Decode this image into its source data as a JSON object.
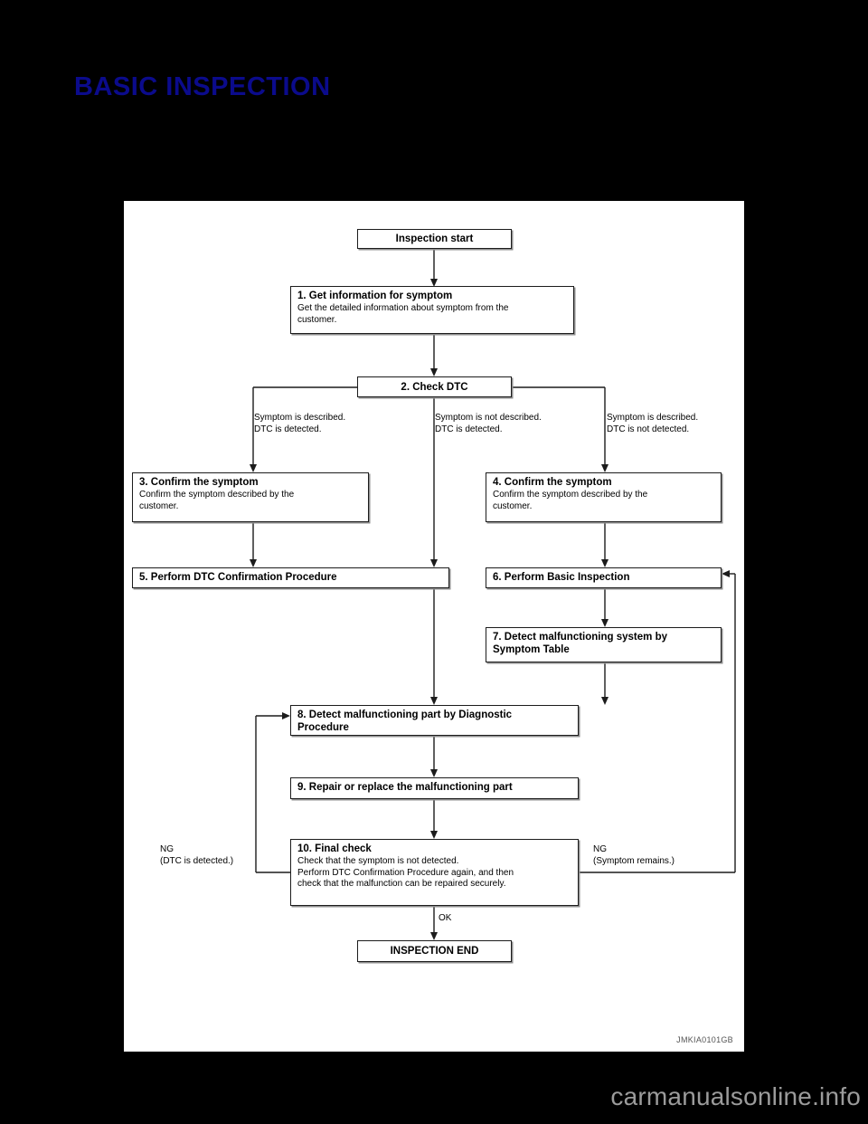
{
  "page": {
    "title": "BASIC INSPECTION",
    "title_color": "#0b0b8c",
    "background_color": "#000000",
    "watermark": "carmanualsonline.info"
  },
  "figure": {
    "id_code": "JMKIA0101GB",
    "background_color": "#ffffff"
  },
  "flowchart": {
    "nodes": {
      "start": {
        "title": "Inspection start"
      },
      "step1": {
        "title": "1. Get information for symptom",
        "body": "Get the detailed information about symptom from the\ncustomer."
      },
      "step2": {
        "title": "2. Check DTC"
      },
      "step3": {
        "title": "3. Confirm the symptom",
        "body": "Confirm the symptom described by the\ncustomer."
      },
      "step4": {
        "title": "4. Confirm the symptom",
        "body": "Confirm the symptom described by the\ncustomer."
      },
      "step5": {
        "title": "5. Perform DTC Confirmation Procedure"
      },
      "step6": {
        "title": "6. Perform Basic Inspection"
      },
      "step7": {
        "title": "7. Detect malfunctioning system by\n    Symptom Table"
      },
      "step8": {
        "title": "8. Detect malfunctioning part by Diagnostic\n    Procedure"
      },
      "step9": {
        "title": "9. Repair or replace the malfunctioning part"
      },
      "step10": {
        "title": "10. Final check",
        "body": "Check that the symptom is not detected.\nPerform DTC Confirmation Procedure again, and then\ncheck that the malfunction can be repaired securely."
      },
      "end": {
        "title": "INSPECTION END"
      }
    },
    "edge_labels": {
      "branch_left": "Symptom is described.\nDTC is detected.",
      "branch_middle": "Symptom is not described.\nDTC is detected.",
      "branch_right": "Symptom is described.\nDTC is not detected.",
      "ng_left": "NG\n(DTC is detected.)",
      "ng_right": "NG\n(Symptom remains.)",
      "ok": "OK"
    }
  }
}
